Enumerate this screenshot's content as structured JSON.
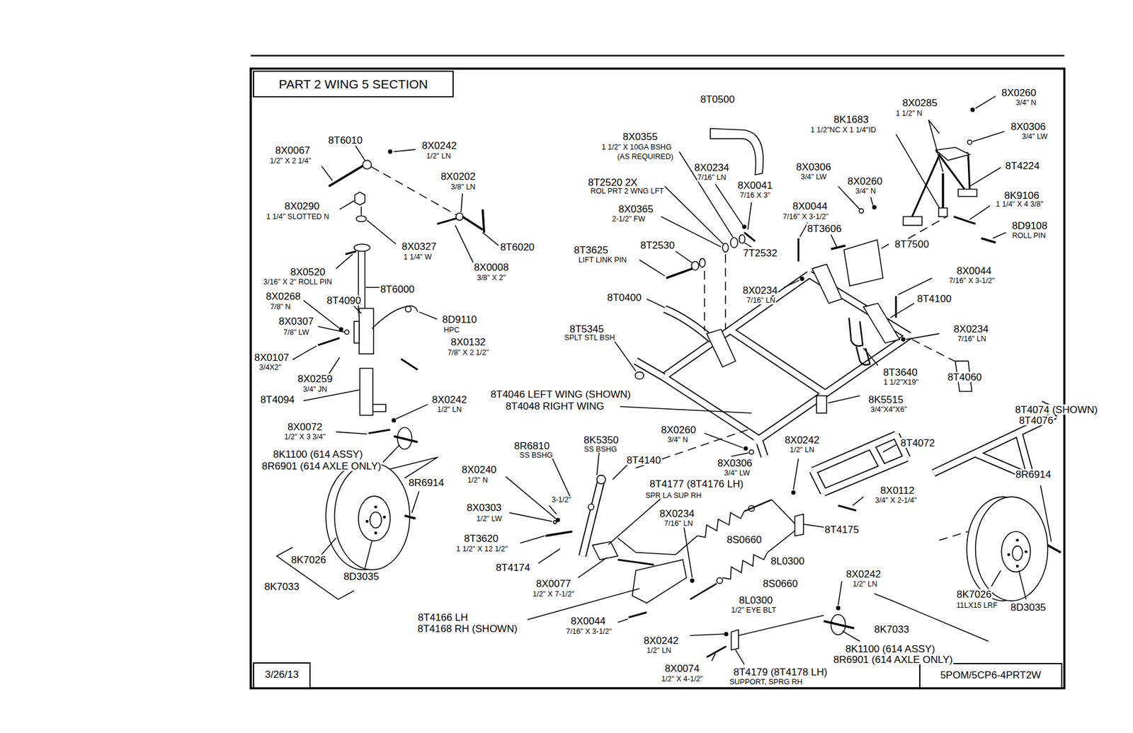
{
  "diagram": {
    "title": "PART 2 WING 5 SECTION",
    "nodes": [
      {
        "text": [
          "3/26/13"
        ]
      },
      {
        "text": [
          "5POM/5CP6-4PRT2W"
        ]
      }
    ],
    "labels": [
      "8X0067",
      "1/2\" X 2 1/4\"",
      "8T6010",
      "8X0242",
      "1/2\" LN",
      "8X0202",
      "3/8\" LN",
      "8X0290",
      "1 1/4\" SLOTTED N",
      "8X0327",
      "1 1/4\" W",
      "8T6020",
      "8X0008",
      "3/8\" X 2\"",
      "8X0520",
      "3/16\" X 2\" ROLL PIN",
      "8T6000",
      "8X0268",
      "7/8\" N",
      "8T4090",
      "8X0307",
      "7/8\" LW",
      "8D9110",
      "HPC",
      "8X0132",
      "7/8\" X 2 1/2\"",
      "8X0107",
      "3/4X2\"",
      "8X0259",
      "3/4\" JN",
      "8T4094",
      "8X0242",
      "1/2\" LN",
      "8X0072",
      "1/2\" X 3 3/4\"",
      "8K1100 (614 ASSY)",
      "8R6901 (614 AXLE ONLY)",
      "8R6914",
      "8K7026",
      "8D3035",
      "8K7033",
      "8T0500",
      "8X0355",
      "1 1/2\" X 10GA BSHG",
      "(AS REQUIRED)",
      "8X0234",
      "7/16\" LN",
      "8X0041",
      "7/16 X 3\"",
      "8T2520 2X",
      "ROL PRT 2 WNG LFT",
      "8X0365",
      "2-1/2\" FW",
      "7T2532",
      "8T2530",
      "8T3625",
      "LIFT LINK PIN",
      "8T0400",
      "8T5345",
      "SPLT STL BSH",
      "8T4046 LEFT WING (SHOWN)",
      "8T4048 RIGHT WING",
      "8X0044",
      "7/16\" X 3-1/2\"",
      "8T3606",
      "8X0234",
      "7/16\" LN",
      "8X0306",
      "3/4\" LW",
      "8X0260",
      "3/4\" N",
      "8T7500",
      "8K1683",
      "1 1/2\"NC X 1 1/4\"ID",
      "8X0285",
      "1 1/2\" N",
      "8X0260",
      "3/4\" N",
      "8X0306",
      "3/4\" LW",
      "8T4224",
      "8K9106",
      "1 1/4\" X 4 3/8\"",
      "8D9108",
      "ROLL PIN",
      "8X0044",
      "7/16\" X 3-1/2\"",
      "8T4100",
      "8X0234",
      "7/16\" LN",
      "8T3640",
      "1 1/2\"X19\"",
      "8K5515",
      "3/4\"X4\"X6\"",
      "8T4060",
      "8T4074 (SHOWN)",
      "8T4076",
      "8T4072",
      "8X0112",
      "3/4\" X 2-1/4\"",
      "8R6914",
      "8K7026",
      "11LX15 LRF",
      "8D3035",
      "8K7033",
      "8X0242",
      "1/2\" LN",
      "8K1100 (614 ASSY)",
      "8R6901 (614 AXLE ONLY)",
      "8X0260",
      "3/4\" N",
      "8X0306",
      "3/4\" LW",
      "8X0242",
      "1/2\" LN",
      "8T4175",
      "8S0660",
      "8L0300",
      "8S0660",
      "8L0300",
      "1/2\" EYE BLT",
      "8X0234",
      "7/16\" LN",
      "8R6810",
      "SS BSHG",
      "8K5350",
      "SS BSHG",
      "8T4140",
      "8T4177 (8T4176 LH)",
      "SPR LA SUP RH",
      "8X0240",
      "1/2\" N",
      "3-1/2\"",
      "8X0303",
      "1/2\" LW",
      "8T3620",
      "1 1/2\" X 12 1/2\"",
      "8T4174",
      "8X0077",
      "1/2\" X 7-1/2\"",
      "8T4166 LH",
      "8T4168 RH (SHOWN)",
      "8X0044",
      "7/16\" X 3-1/2\"",
      "8X0242",
      "1/2\" LN",
      "8X0074",
      "1/2\" X 4-1/2\"",
      "8T4179 (8T4178 LH)",
      "SUPPORT, SPRG RH"
    ]
  }
}
